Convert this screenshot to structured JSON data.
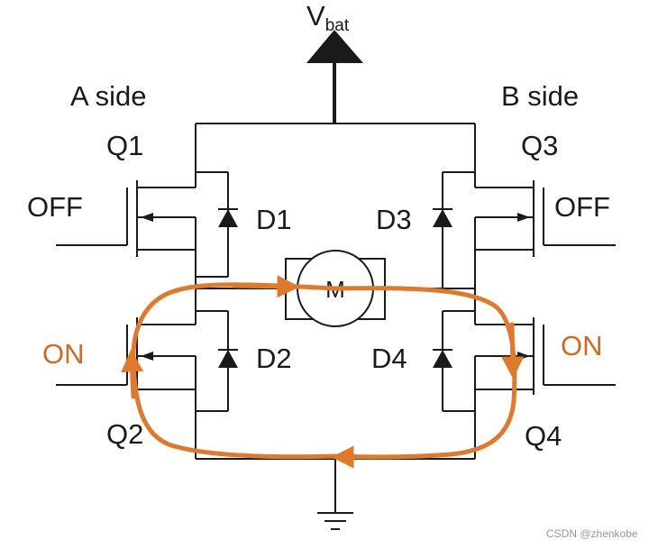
{
  "supply": {
    "label": "V",
    "subscript": "bat"
  },
  "sides": {
    "left": "A side",
    "right": "B side"
  },
  "transistors": {
    "q1": "Q1",
    "q2": "Q2",
    "q3": "Q3",
    "q4": "Q4"
  },
  "diodes": {
    "d1": "D1",
    "d2": "D2",
    "d3": "D3",
    "d4": "D4"
  },
  "states": {
    "q1": "OFF",
    "q2": "ON",
    "q3": "OFF",
    "q4": "ON"
  },
  "motor": {
    "label": "M"
  },
  "watermark": "CSDN @zhenkobe",
  "colors": {
    "wire": "#1a1a1a",
    "current_path": "#e07a2a",
    "on_label": "#d2691e"
  }
}
